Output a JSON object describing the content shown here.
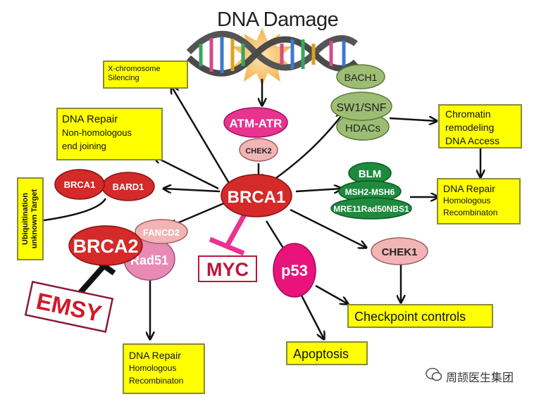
{
  "title": "DNA Damage",
  "nodes": {
    "atm_atr": "ATM-ATR",
    "chek2": "CHEK2",
    "brca1_center": "BRCA1",
    "brca1_small": "BRCA1",
    "bard1": "BARD1",
    "brca2": "BRCA2",
    "fancd2": "FANCD2",
    "rad51": "Rad51",
    "myc": "MYC",
    "emsy": "EMSY",
    "p53": "p53",
    "chek1": "CHEK1",
    "bach1": "BACH1",
    "swi_snf": "SW1/SNF",
    "hdacs": "HDACs",
    "blm": "BLM",
    "msh": "MSH2-MSH6",
    "mre11": "MRE11Rad50NBS1"
  },
  "boxes": {
    "x_silencing": [
      "X-chromosome",
      "Silencing"
    ],
    "nhej": [
      "DNA Repair",
      "Non-homologous",
      "end joining"
    ],
    "ubiquitination": [
      "Ubiquitination",
      "unknown Target"
    ],
    "chromatin": [
      "Chromatin",
      "remodeling",
      "DNA Access"
    ],
    "hr_right": [
      "DNA Repair",
      "Homologous",
      "Recombinaton"
    ],
    "hr_bottom": [
      "DNA Repair",
      "Homologous",
      "Recombinaton"
    ],
    "checkpoint": "Checkpoint controls",
    "apoptosis": "Apoptosis"
  },
  "watermark": "周颉医生集团",
  "colors": {
    "box_fill": "#ffff00",
    "magenta": "#e8338f",
    "red": "#d42a2a",
    "pink": "#f2b4b4",
    "green_dark": "#1e8a3e",
    "green_light": "#9dbd75",
    "myc_red": "#c0143c"
  }
}
